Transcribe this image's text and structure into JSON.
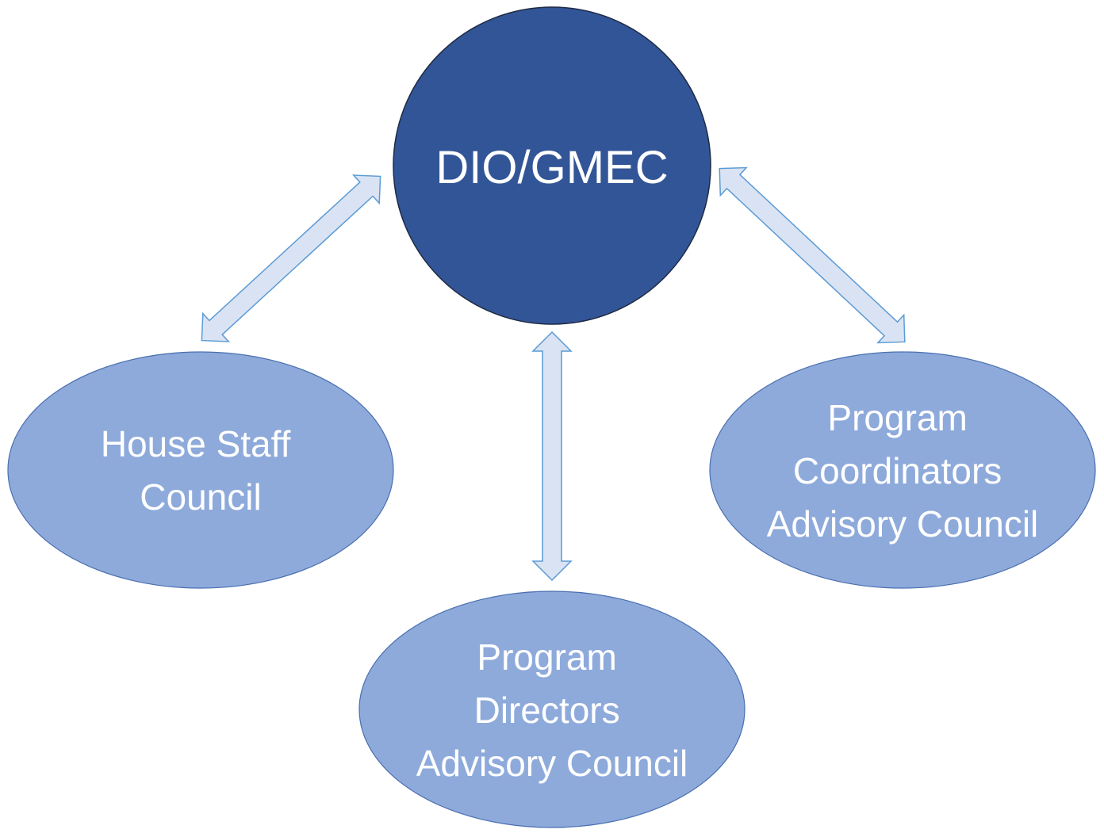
{
  "diagram": {
    "type": "hub-and-spoke organizational diagram",
    "colors": {
      "hub_fill": "#325597",
      "hub_stroke": "#1f2a44",
      "node_fill": "#8eaadb",
      "node_stroke": "#4a6fb0",
      "arrow_fill": "#dae3f3",
      "arrow_stroke": "#5b9bd5",
      "text": "#ffffff"
    },
    "hub": {
      "label": "DIO/GMEC"
    },
    "nodes": [
      {
        "id": "house-staff",
        "lines": [
          "House Staff",
          "Council"
        ]
      },
      {
        "id": "program-directors",
        "lines": [
          "Program",
          "Directors",
          "Advisory Council"
        ]
      },
      {
        "id": "program-coordinators",
        "lines": [
          "Program",
          "Coordinators",
          "Advisory Council"
        ]
      }
    ],
    "connections": [
      {
        "from": "DIO/GMEC",
        "to": "House Staff Council",
        "direction": "bidirectional"
      },
      {
        "from": "DIO/GMEC",
        "to": "Program Directors Advisory Council",
        "direction": "bidirectional"
      },
      {
        "from": "DIO/GMEC",
        "to": "Program Coordinators Advisory Council",
        "direction": "bidirectional"
      }
    ]
  }
}
